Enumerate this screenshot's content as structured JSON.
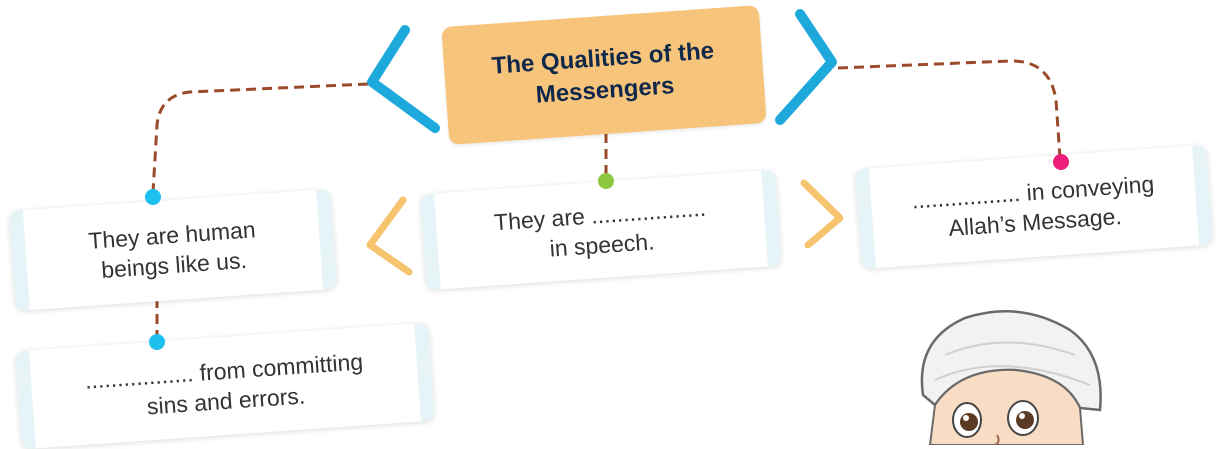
{
  "title": "The Qualities of the\nMessengers",
  "cards": {
    "human": "They are human\nbeings like us.",
    "speech": "They are ..................\nin speech.",
    "convey": "................. in conveying\nAllah’s Message.",
    "sins": "................. from committing\nsins and errors."
  },
  "colors": {
    "title_bg": "#f7c47b",
    "bracket_blue": "#1ea9dc",
    "bracket_orange": "#f6c36e",
    "connector": "#9a4a2a",
    "dot_blue": "#1ec0ef",
    "dot_green": "#8dc63f",
    "dot_pink": "#ec1e79"
  },
  "icons": [
    "boy-character-illustration"
  ]
}
